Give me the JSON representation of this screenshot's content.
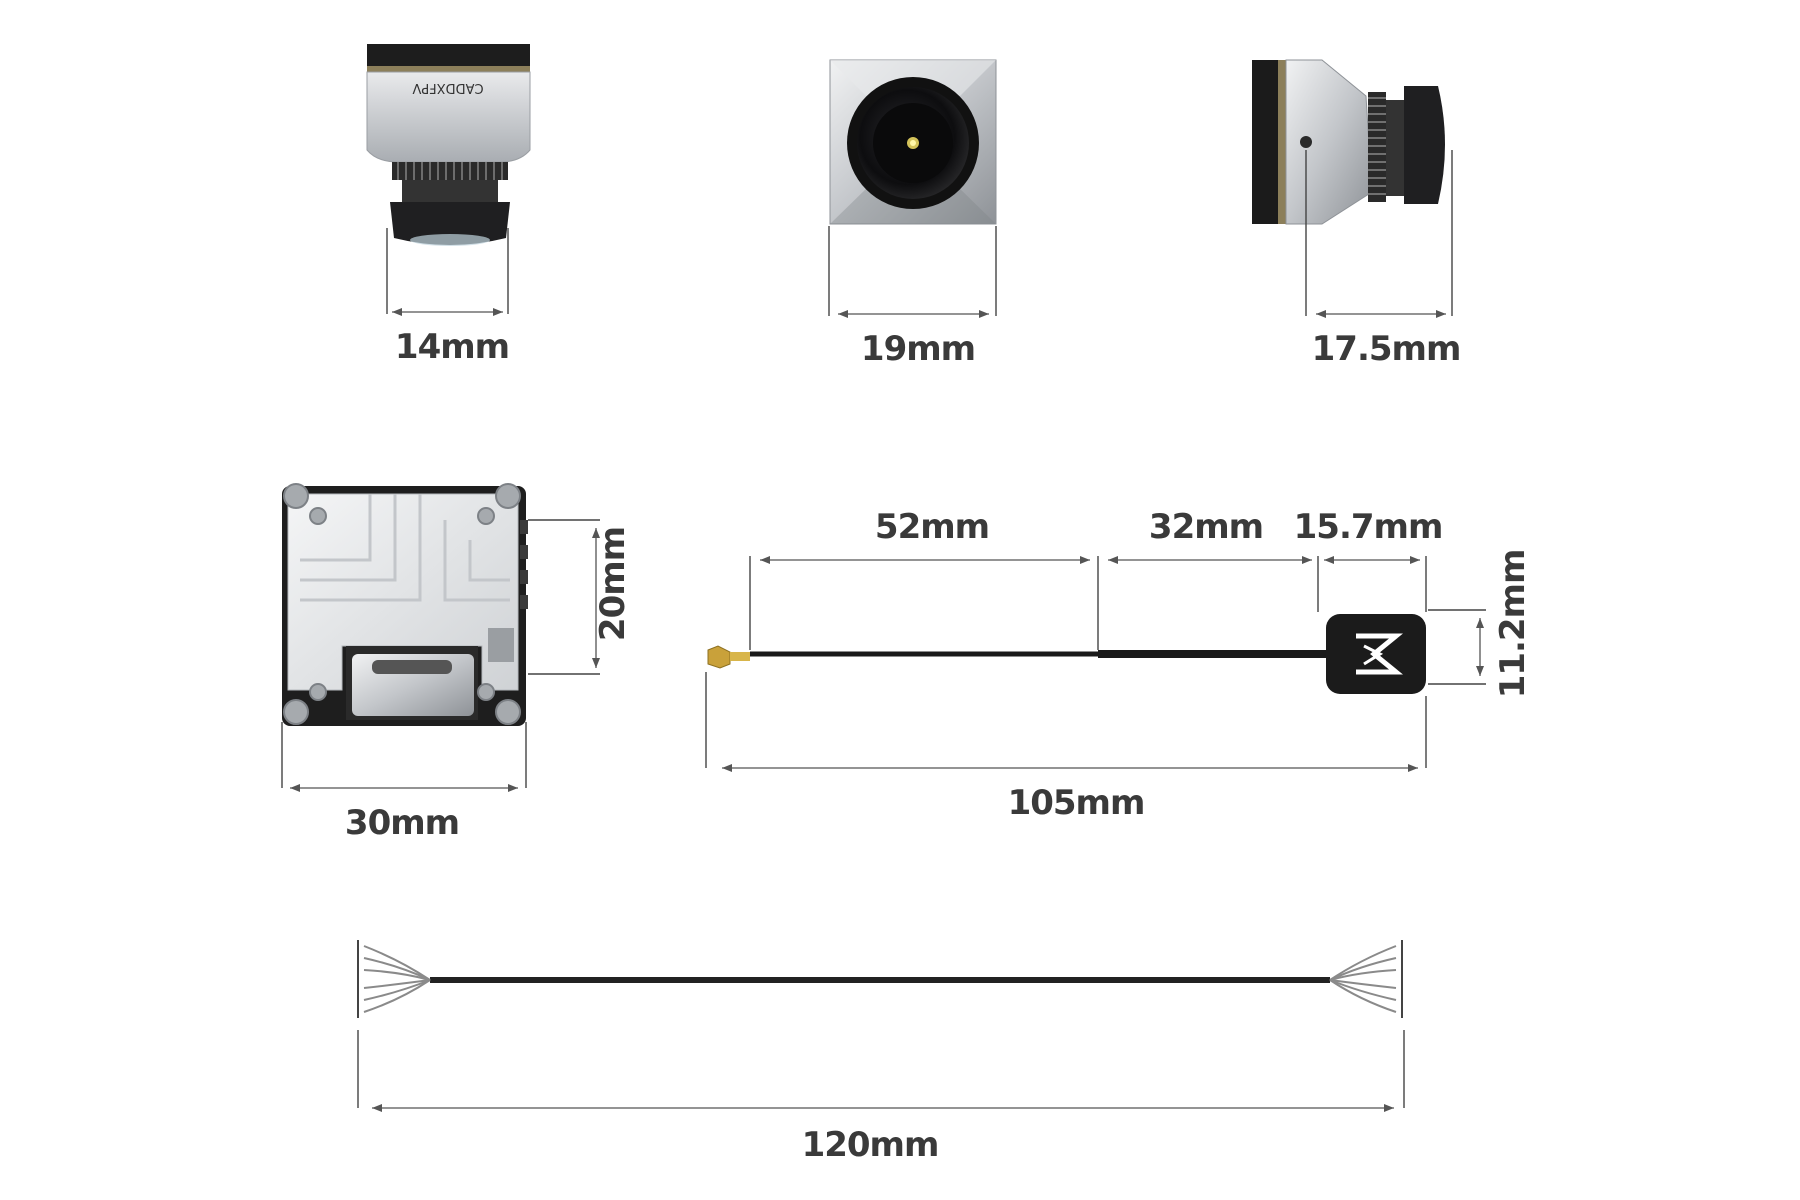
{
  "dimensions": {
    "camera_side_width": "14mm",
    "camera_front_width": "19mm",
    "camera_depth": "17.5mm",
    "vtx_width": "30mm",
    "vtx_height": "20mm",
    "antenna_segment_1": "52mm",
    "antenna_segment_2": "32mm",
    "antenna_segment_3": "15.7mm",
    "antenna_total": "105mm",
    "antenna_diameter": "11.2mm",
    "cable_length": "120mm"
  },
  "camera": {
    "brand_text": "CADDXFPV",
    "colors": {
      "body": "#c9ccd0",
      "body_dark": "#8f9398",
      "lens": "#1f1f21",
      "board": "#2a2a2a"
    }
  },
  "vtx": {
    "colors": {
      "heatsink": "#e2e4e6",
      "board": "#1e1e1e",
      "screw": "#9ea2a6"
    },
    "port_icon": "usb-c-port-icon"
  },
  "antenna": {
    "logo_icon": "sigma-logo-icon",
    "colors": {
      "cap": "#1b1b1b",
      "wire": "#1a1a1a",
      "connector": "#c9a13a"
    }
  },
  "cable": {
    "colors": {
      "wire": "#222222",
      "strands": "#8a8a8a"
    }
  }
}
